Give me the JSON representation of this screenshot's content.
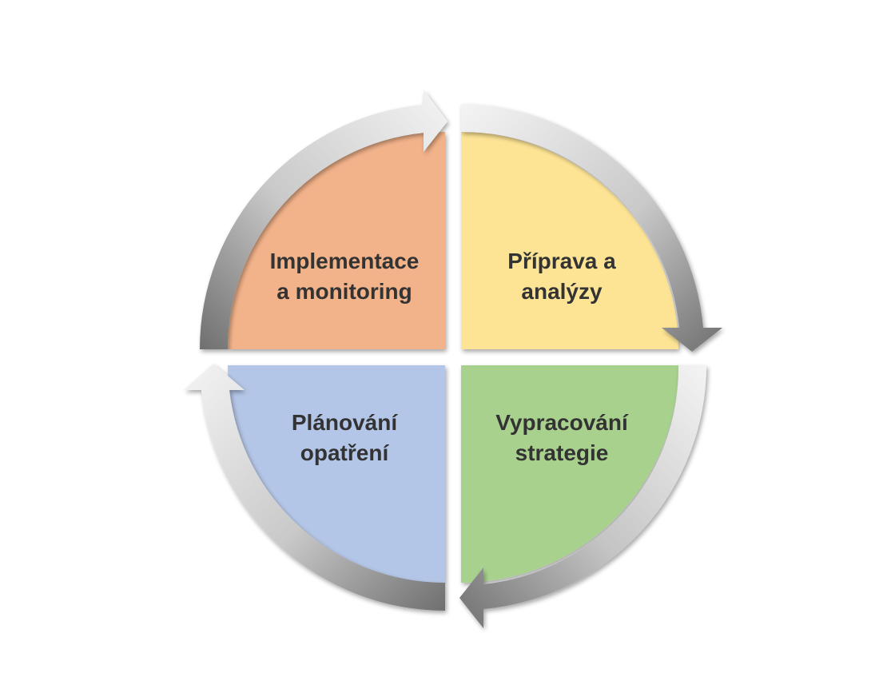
{
  "diagram": {
    "type": "cycle",
    "quadrants": [
      {
        "id": "top-left",
        "line1": "Implementace",
        "line2": "a monitoring",
        "color": "#F3B38A"
      },
      {
        "id": "top-right",
        "line1": "Příprava a",
        "line2": "analýzy",
        "color": "#FDE495"
      },
      {
        "id": "bottom-right",
        "line1": "Vypracování",
        "line2": "strategie",
        "color": "#A9D18E"
      },
      {
        "id": "bottom-left",
        "line1": "Plánování",
        "line2": "opatření",
        "color": "#B4C6E7"
      }
    ],
    "arrow_color_light": "#F2F2F2",
    "arrow_color_dark": "#7F7F7F",
    "text_color": "#333333",
    "direction": "clockwise"
  }
}
